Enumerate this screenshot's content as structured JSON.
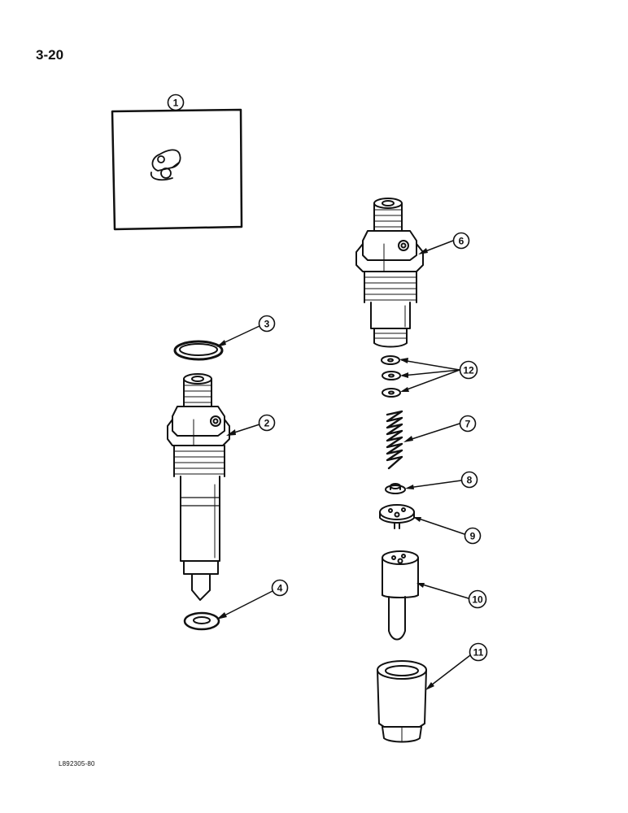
{
  "page_number": "3-20",
  "drawing_code": "L892305-80",
  "callouts": [
    {
      "id": "c1",
      "label": "1"
    },
    {
      "id": "c2",
      "label": "2"
    },
    {
      "id": "c3",
      "label": "3"
    },
    {
      "id": "c4",
      "label": "4"
    },
    {
      "id": "c6",
      "label": "6"
    },
    {
      "id": "c7",
      "label": "7"
    },
    {
      "id": "c8",
      "label": "8"
    },
    {
      "id": "c9",
      "label": "9"
    },
    {
      "id": "c10",
      "label": "10"
    },
    {
      "id": "c11",
      "label": "11"
    },
    {
      "id": "c12",
      "label": "12"
    }
  ]
}
